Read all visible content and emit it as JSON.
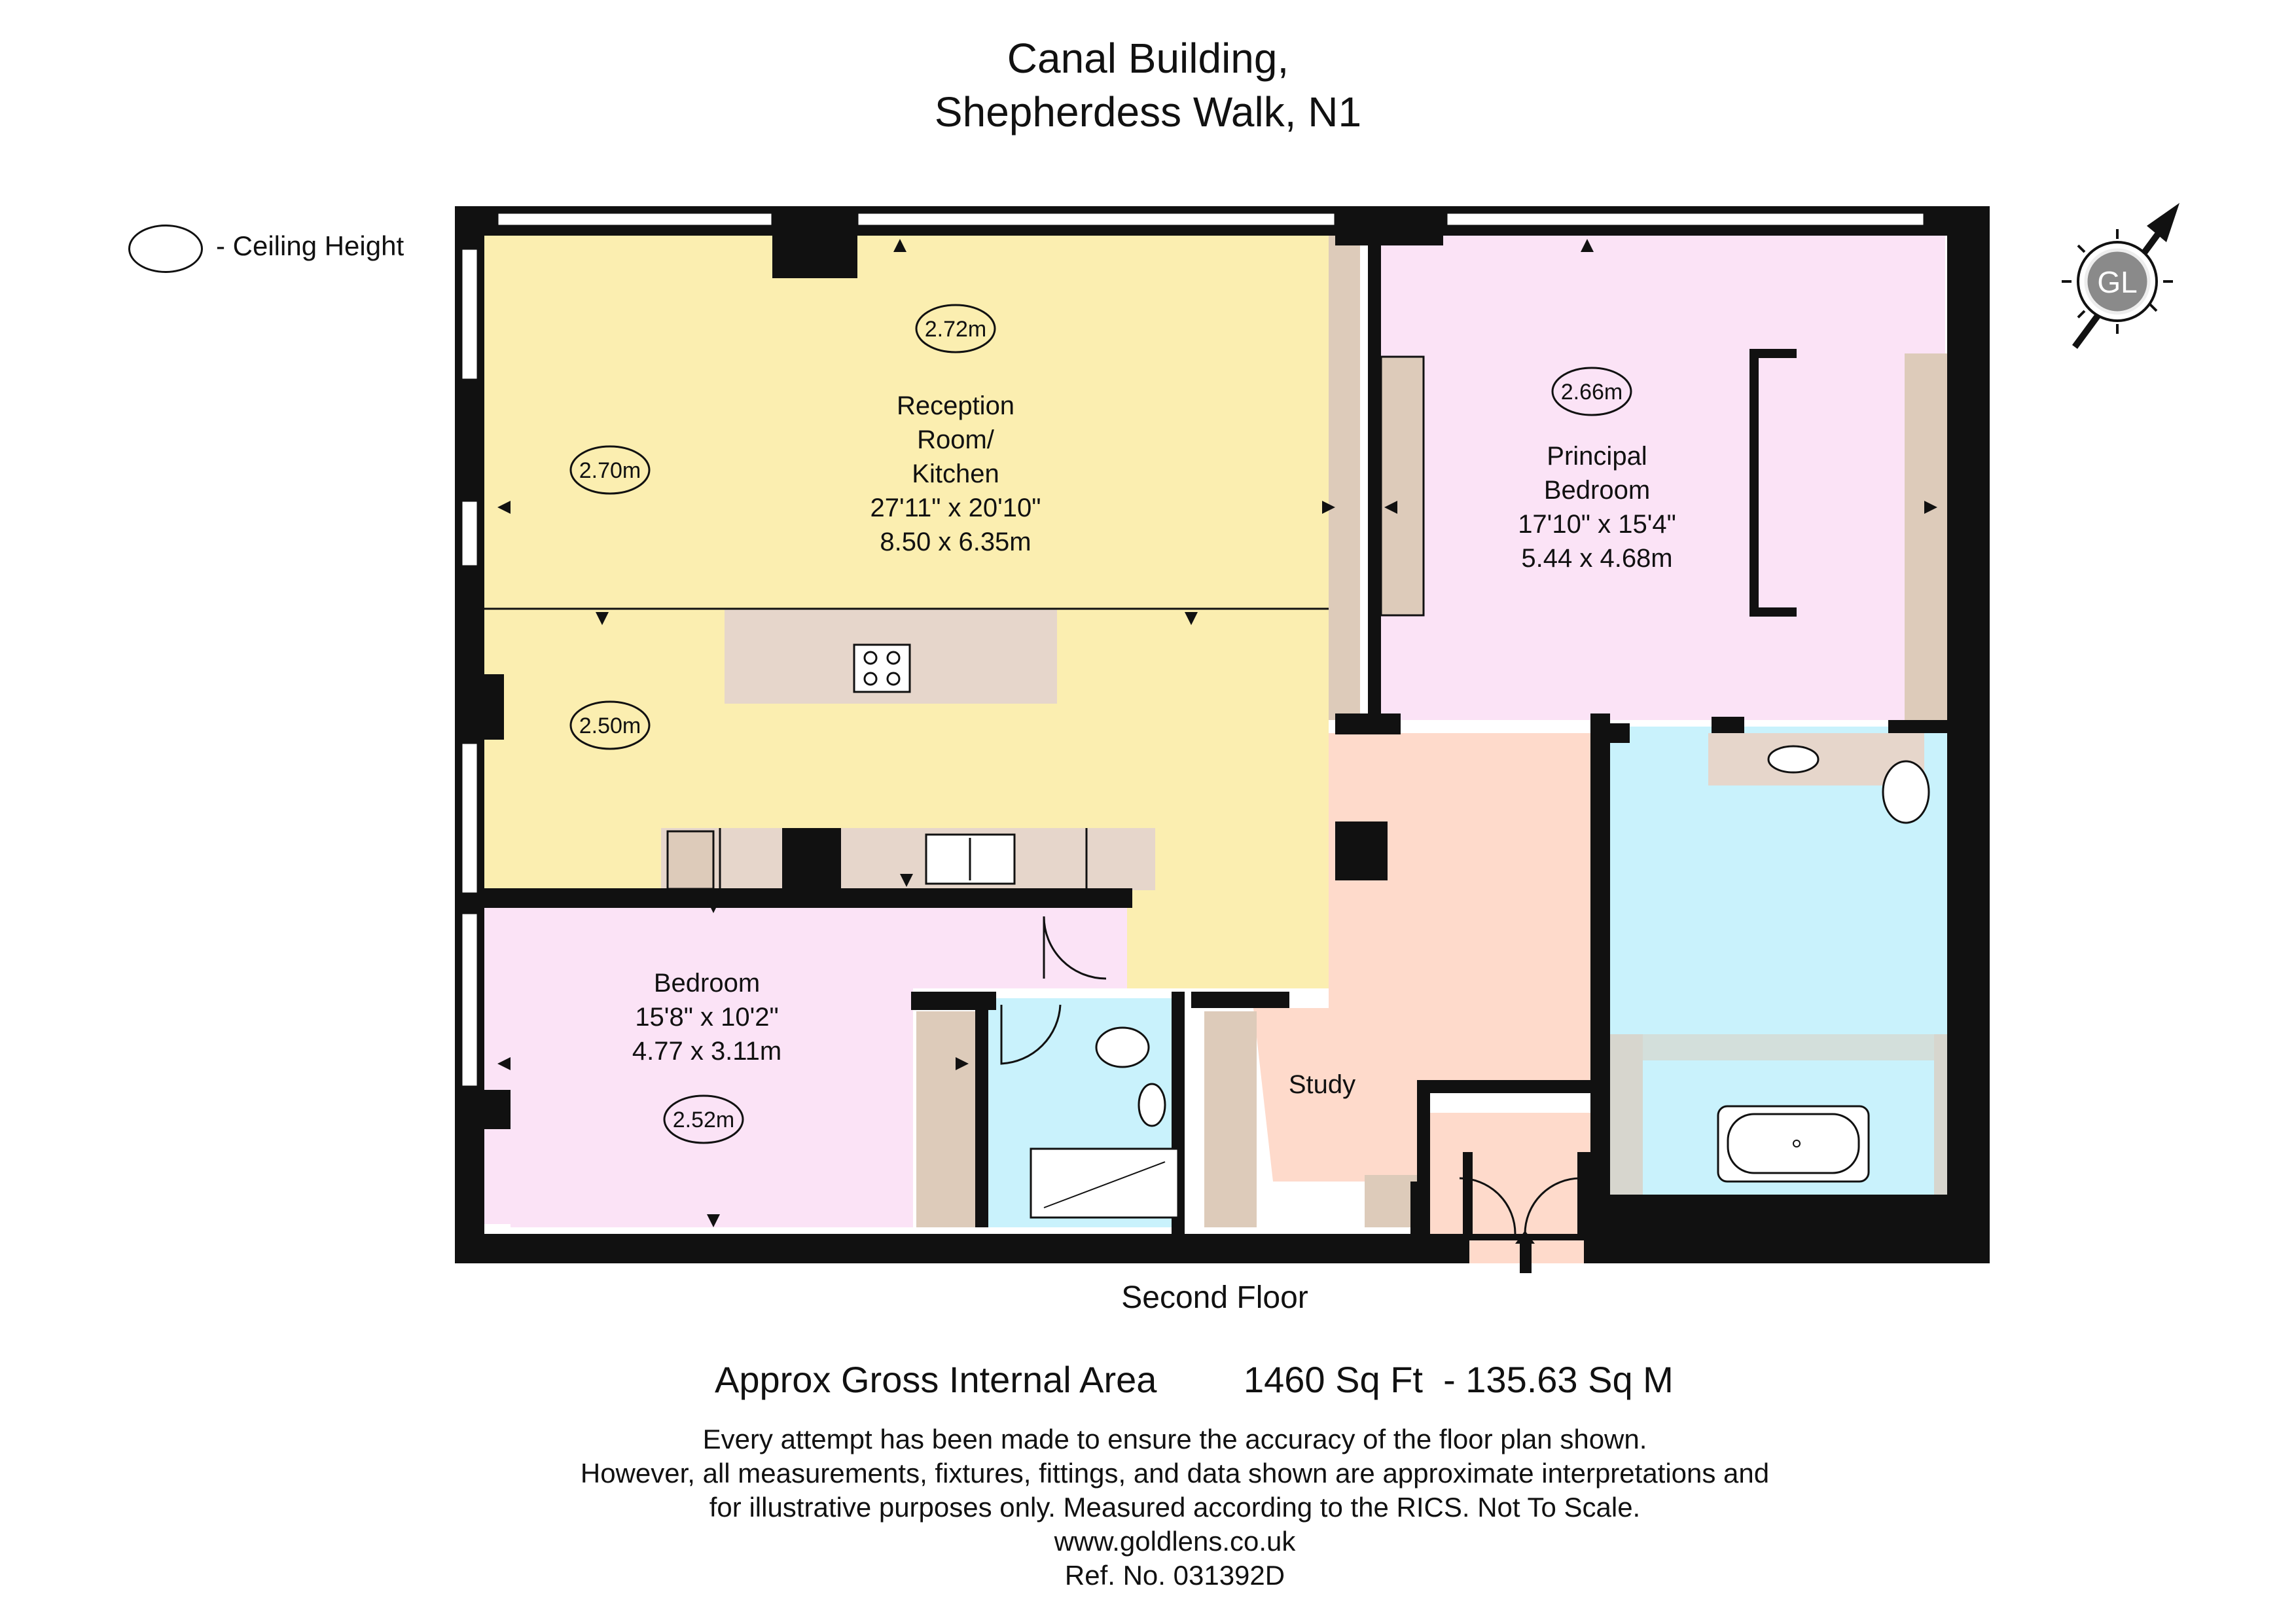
{
  "title": {
    "line1": "Canal Building,",
    "line2": "Shepherdess Walk, N1"
  },
  "legend": {
    "label": "- Ceiling Height"
  },
  "compass": {
    "logo_text": "GL",
    "icon": "compass-north-arrow-icon"
  },
  "rooms": {
    "reception": {
      "name_line1": "Reception",
      "name_line2": "Room/",
      "name_line3": "Kitchen",
      "dim_imperial": "27'11\" x 20'10\"",
      "dim_metric": "8.50 x 6.35m",
      "color": "#fbeeb0"
    },
    "principal_bedroom": {
      "name_line1": "Principal",
      "name_line2": "Bedroom",
      "dim_imperial": "17'10\" x 15'4\"",
      "dim_metric": "5.44 x 4.68m",
      "color": "#fbe3f6"
    },
    "bedroom": {
      "name": "Bedroom",
      "dim_imperial": "15'8\" x 10'2\"",
      "dim_metric": "4.77 x 3.11m",
      "color": "#fbe3f6"
    },
    "study": {
      "name": "Study",
      "color": "#fedacb"
    },
    "bathroom_color": "#c9f2fc",
    "storage_color": "#ddcbba",
    "counter_color": "#e6d6cb"
  },
  "ceiling_heights": [
    "2.72m",
    "2.70m",
    "2.50m",
    "2.66m",
    "2.52m"
  ],
  "floor_label": "Second Floor",
  "area": {
    "label": "Approx Gross Internal Area",
    "value": "1460 Sq Ft  - 135.63 Sq M"
  },
  "disclaimer": [
    "Every attempt has been made to ensure the accuracy of the floor plan shown.",
    "However, all measurements, fixtures, fittings, and data shown are approximate interpretations and",
    "for illustrative purposes only. Measured according to the RICS. Not To Scale.",
    "www.goldlens.co.uk",
    "Ref. No. 031392D"
  ]
}
